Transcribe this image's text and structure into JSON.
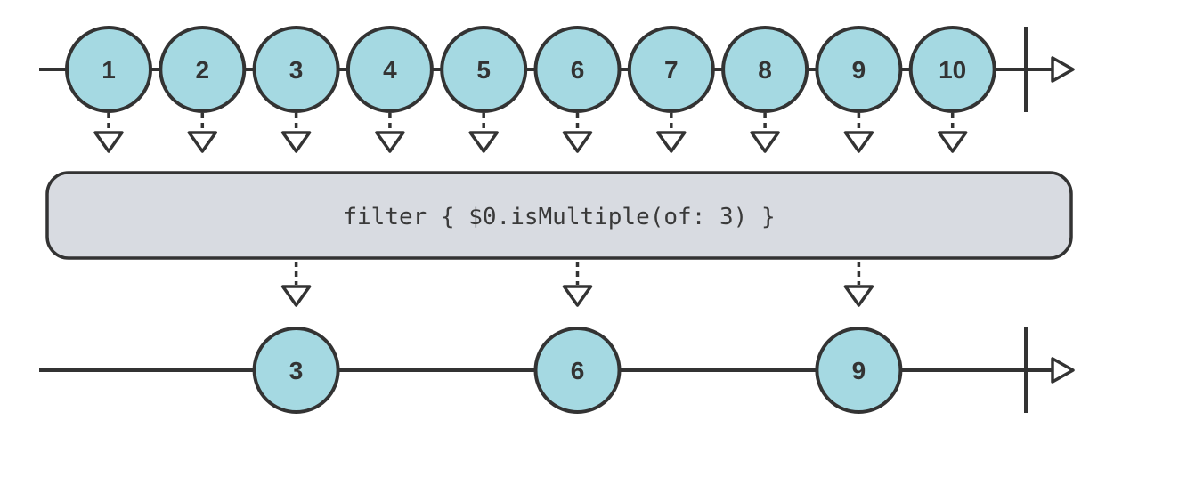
{
  "diagram": {
    "colors": {
      "marble_fill": "#a5d9e2",
      "stroke": "#333333",
      "operator_box_fill": "#d8dbe1",
      "operator_text": "#3a3a3a",
      "background": "#ffffff"
    },
    "input_stream": {
      "marbles": [
        "1",
        "2",
        "3",
        "4",
        "5",
        "6",
        "7",
        "8",
        "9",
        "10"
      ]
    },
    "operator": {
      "label": "filter { $0.isMultiple(of: 3) }"
    },
    "output_stream": {
      "marbles": [
        "3",
        "6",
        "9"
      ]
    }
  }
}
